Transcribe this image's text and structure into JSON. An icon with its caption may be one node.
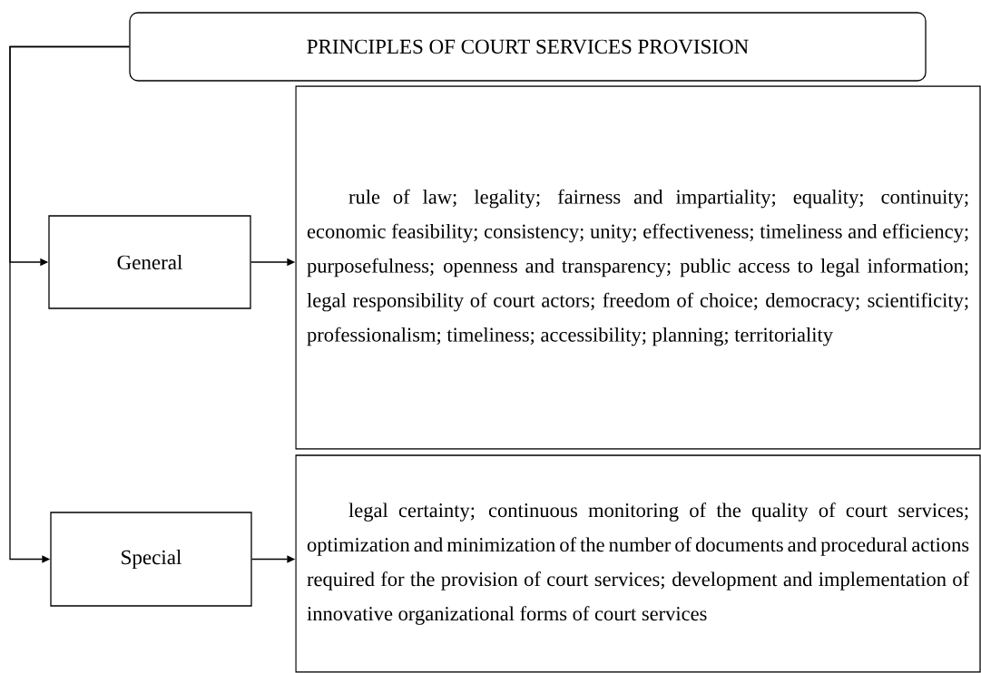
{
  "diagram": {
    "nodes": [
      {
        "text": [
          "PRINCIPLES OF COURT SERVICES PROVISION"
        ]
      },
      {
        "text": [
          "General"
        ]
      },
      {
        "text": [
          "rule of law; legality; fairness and impartiality; equality; continuity; economic feasibility; consistency; unity; effectiveness; timeliness and efficiency; purposefulness; openness and transparency; public access to legal information; legal responsibility of court actors; freedom of choice; democracy; scientificity; professionalism; timeliness; accessibility; planning; territoriality"
        ]
      },
      {
        "text": [
          "Special"
        ]
      },
      {
        "text": [
          "legal certainty; continuous monitoring of the quality of court services; optimization and minimization of the number of documents and procedural actions required for the provision of court services; development and implementation of innovative organizational forms of court services"
        ]
      }
    ],
    "edges": [
      {
        "from": 0,
        "to": 1,
        "arrow": "to"
      },
      {
        "from": 0,
        "to": 3,
        "arrow": "to"
      },
      {
        "from": 1,
        "to": 2,
        "arrow": "to"
      },
      {
        "from": 3,
        "to": 4,
        "arrow": "to"
      }
    ]
  }
}
